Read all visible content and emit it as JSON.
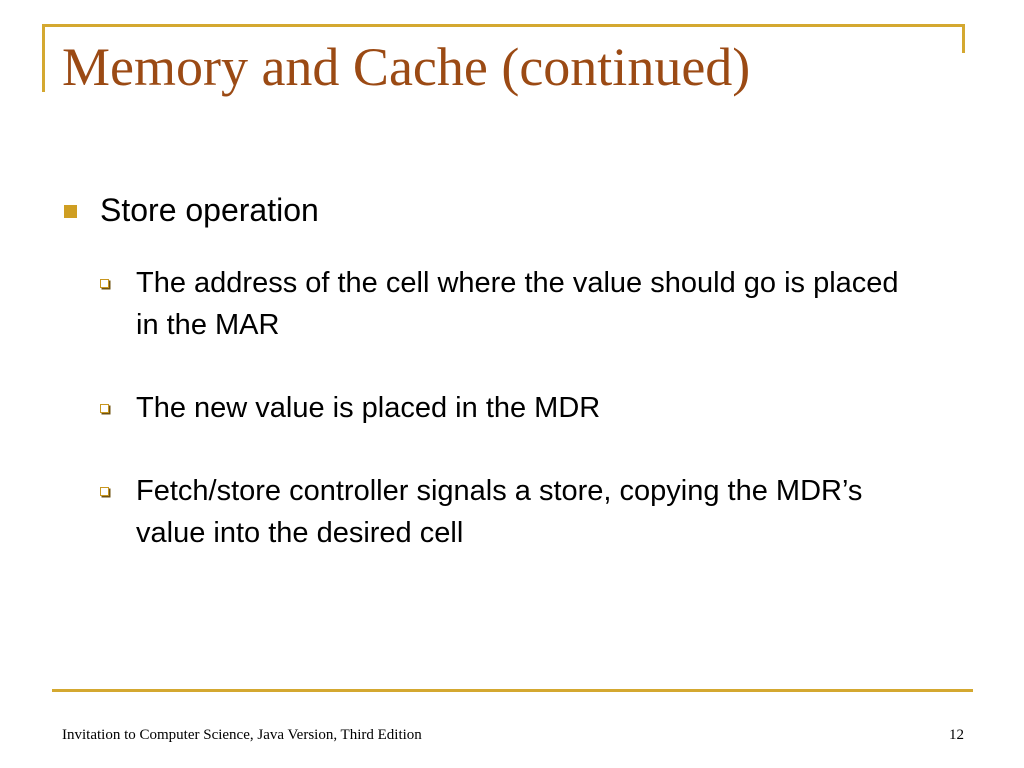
{
  "slide": {
    "title": "Memory and Cache (continued)",
    "bullet": {
      "text": "Store operation",
      "subitems": [
        "The address of the cell where the value should go is placed in the MAR",
        "The new value is placed in the MDR",
        "Fetch/store controller signals a store, copying the MDR’s value into the desired cell"
      ]
    }
  },
  "footer": {
    "text": "Invitation to Computer Science, Java Version, Third Edition",
    "page_number": "12"
  },
  "colors": {
    "title": "#9b4a14",
    "accent_gold": "#d4a830",
    "text": "#000000",
    "background": "#ffffff"
  },
  "icons": {
    "level1_bullet": "filled-square-icon",
    "level2_bullet": "hollow-square-icon"
  }
}
